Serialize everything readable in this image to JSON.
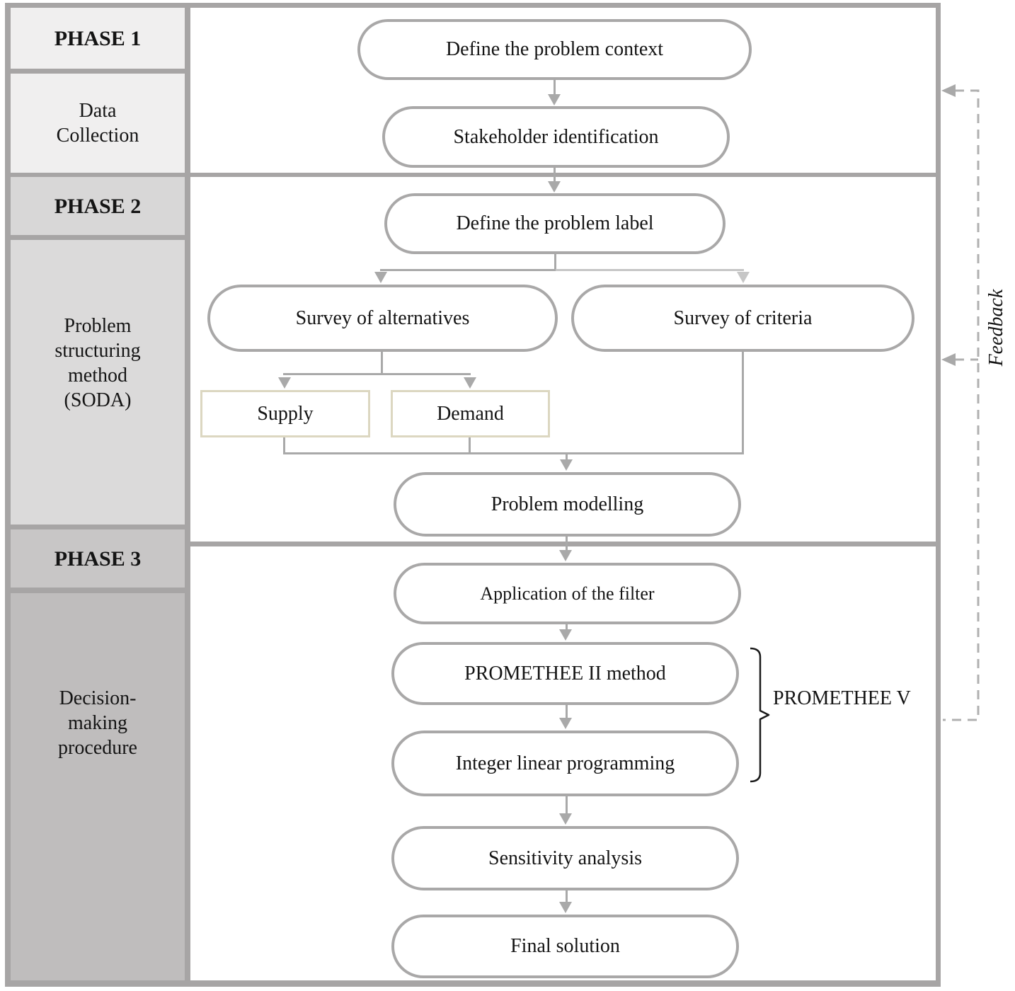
{
  "phases": [
    {
      "header": "PHASE 1",
      "label": "Data\nCollection"
    },
    {
      "header": "PHASE 2",
      "label": "Problem\nstructuring\nmethod\n(SODA)"
    },
    {
      "header": "PHASE 3",
      "label": "Decision-\nmaking\nprocedure"
    }
  ],
  "nodes": {
    "define_context": "Define the problem context",
    "stakeholder": "Stakeholder identification",
    "define_label": "Define the problem label",
    "survey_alternatives": "Survey of alternatives",
    "survey_criteria": "Survey of criteria",
    "supply": "Supply",
    "demand": "Demand",
    "problem_modelling": "Problem modelling",
    "application_filter": "Application of the filter",
    "promethee2": "PROMETHEE II method",
    "integer_lp": "Integer linear programming",
    "sensitivity": "Sensitivity analysis",
    "final_solution": "Final solution"
  },
  "annotations": {
    "promethee_v": "PROMETHEE V",
    "feedback": "Feedback"
  },
  "edges": [
    "define_context -> stakeholder",
    "stakeholder -> define_label",
    "define_label -> survey_alternatives",
    "define_label -> survey_criteria",
    "survey_alternatives -> supply",
    "survey_alternatives -> demand",
    "supply -> problem_modelling",
    "demand -> problem_modelling",
    "survey_criteria -> problem_modelling",
    "problem_modelling -> application_filter",
    "application_filter -> promethee2",
    "promethee2 -> integer_lp",
    "integer_lp -> sensitivity",
    "sensitivity -> final_solution",
    "feedback (dashed, from phase 3 right edge) -> phase 2 and phase 1",
    "brace: promethee2 + integer_lp = PROMETHEE V"
  ],
  "colors": {
    "line_gray": "#a9a9a9",
    "light_line_gray": "#c6c6c6",
    "panel_border": "#a7a5a5",
    "node_border": "#a9a8a8",
    "sd_border": "#dcd7c1",
    "phase1_fill": "#f0efef",
    "phase2_fill": "#d8d7d7",
    "phase2_body_fill": "#dbdada",
    "phase3_header_fill": "#c8c6c6",
    "phase3_fill": "#bfbdbd",
    "text": "#141414"
  }
}
